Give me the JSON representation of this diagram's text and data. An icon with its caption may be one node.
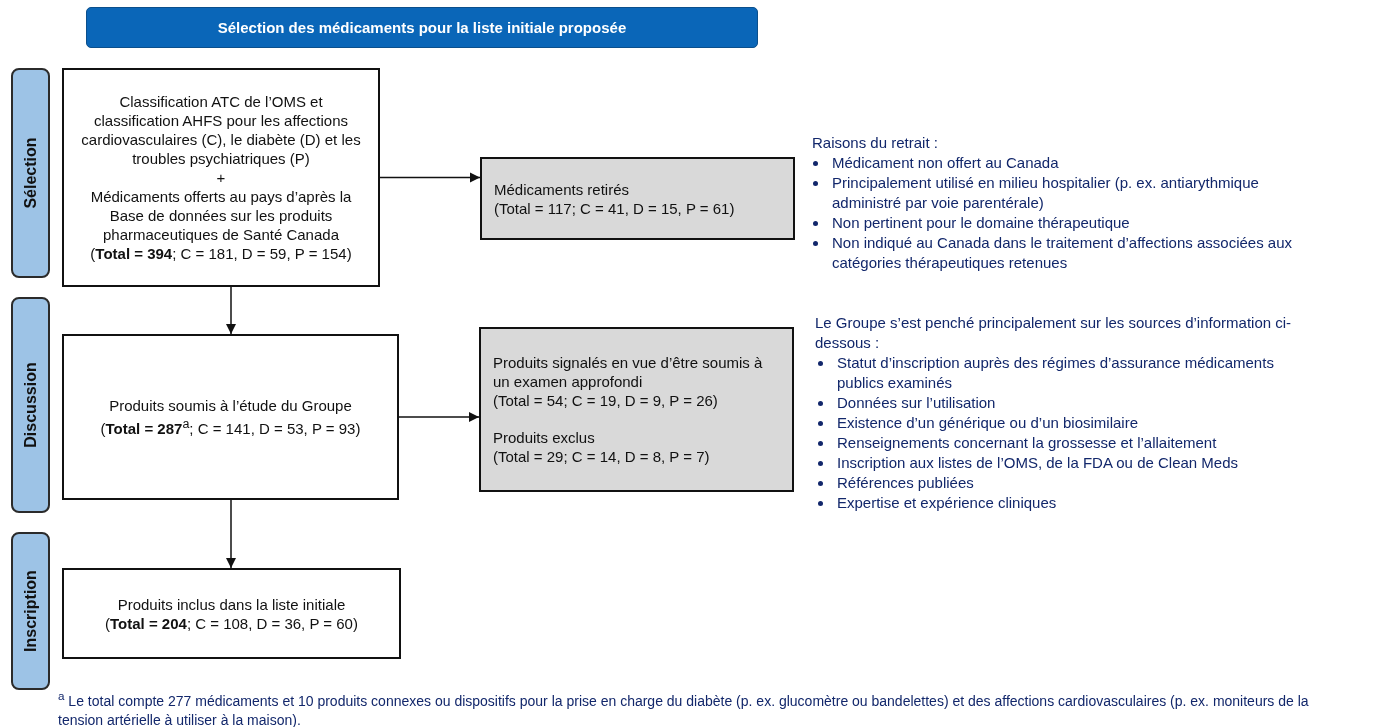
{
  "diagram": {
    "title": "Sélection des médicaments pour la liste initiale proposée",
    "nodes": [
      {
        "text": [
          "Sélection"
        ]
      },
      {
        "text": [
          "Discussion"
        ]
      },
      {
        "text": [
          "Inscription"
        ]
      },
      {
        "text": [
          "Classification ATC de l’OMS et classification AHFS pour les affections cardiovasculaires (C), le diabète (D) et les troubles psychiatriques (P)",
          "+",
          "Médicaments offerts au pays d’après la Base de données sur les produits pharmaceutiques de Santé Canada",
          "(**Total = 394**; C = 181, D = 59, P = 154)"
        ]
      },
      {
        "text": [
          "Médicaments retirés",
          "(Total = 117; C = 41, D = 15, P = 61)"
        ]
      },
      {
        "text": [
          "Produits soumis à l’étude du Groupe",
          "(**Total = 287**$^{a}$; C = 141, D = 53, P = 93)"
        ]
      },
      {
        "text": [
          "Produits signalés en vue d’être soumis à un examen approfondi",
          "(Total = 54; C = 19, D = 9, P = 26)",
          "Produits exclus",
          "(Total = 29; C = 14, D = 8, P = 7)"
        ]
      },
      {
        "text": [
          "Produits inclus dans la liste initiale",
          "(**Total = 204**; C = 108, D = 36, P = 60)"
        ]
      }
    ],
    "edges": [
      {
        "from": 3,
        "to": 4,
        "arrow": "to"
      },
      {
        "from": 3,
        "to": 5,
        "arrow": "to"
      },
      {
        "from": 5,
        "to": 6,
        "arrow": "to"
      },
      {
        "from": 5,
        "to": 7,
        "arrow": "to"
      }
    ],
    "labels": [
      "Raisons du retrait :",
      "Médicament non offert au Canada",
      "Principalement utilisé en milieu hospitalier (p. ex. antiarythmique administré par voie parentérale)",
      "Non pertinent pour le domaine thérapeutique",
      "Non indiqué au Canada dans le traitement d’affections associées aux catégories thérapeutiques retenues",
      "Le Groupe s’est penché principalement sur les sources d’information ci-dessous :",
      "Statut d’inscription auprès des régimes d’assurance médicaments publics examinés",
      "Données sur l’utilisation",
      "Existence d’un générique ou d’un biosimilaire",
      "Renseignements concernant la grossesse et l’allaitement",
      "Inscription aux listes de l’OMS, de la FDA ou de Clean Meds",
      "Références publiées",
      "Expertise et expérience cliniques",
      "$^{a}$ Le total compte 277 médicaments et 10 produits connexes ou dispositifs pour la prise en charge du diabète (p. ex. glucomètre ou bandelettes) et des affections cardiovasculaires (p. ex. moniteurs de la tension artérielle à utiliser à la maison)."
    ]
  }
}
